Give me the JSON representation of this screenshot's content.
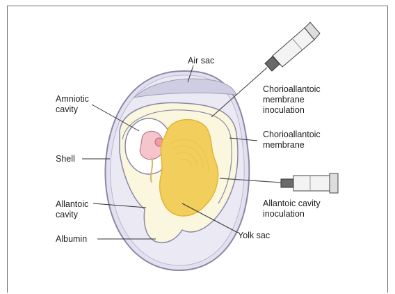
{
  "labels": {
    "air_sac": "Air sac",
    "amniotic_cavity": "Amniotic\ncavity",
    "cam_inoculation": "Chorioallantoic\nmembrane\ninoculation",
    "cam": "Chorioallantoic\nmembrane",
    "shell": "Shell",
    "allantoic_cavity": "Allantoic\ncavity",
    "allantoic_inoculation": "Allantoic cavity\ninoculation",
    "albumin": "Albumin",
    "yolk_sac": "Yolk sac"
  },
  "colors": {
    "shell": "#e3e1ef",
    "shell_stroke": "#8a88a6",
    "air_sac": "#cfcde2",
    "albumin": "#fbf7de",
    "yolk": "#f2cf5c",
    "yolk_dark": "#e2b43a",
    "embryo": "#f6c4cc",
    "syringe": "#f3f3f3",
    "leader": "#333333"
  }
}
